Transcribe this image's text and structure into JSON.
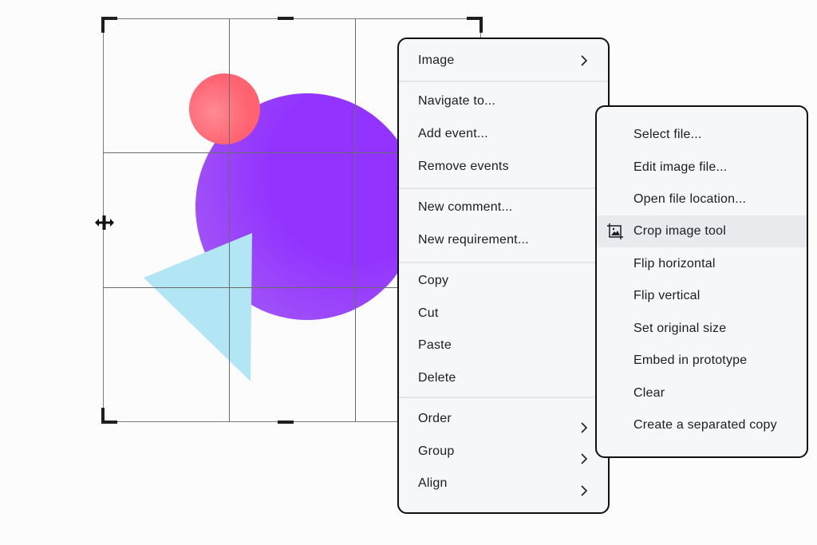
{
  "canvas": {
    "background": "#fcfcfd",
    "crop_frame": {
      "grid_columns": 3,
      "grid_rows": 3
    },
    "shapes": {
      "red_circle_color": "#ff6270",
      "purple_circle_color": "#9233ff",
      "triangle_color": "#b3e6f5"
    },
    "cursor": "move-cursor"
  },
  "context_menu": {
    "groups": [
      [
        {
          "label": "Image",
          "submenu": true
        }
      ],
      [
        {
          "label": "Navigate to..."
        },
        {
          "label": "Add event..."
        },
        {
          "label": "Remove events"
        }
      ],
      [
        {
          "label": "New comment..."
        },
        {
          "label": "New requirement..."
        }
      ],
      [
        {
          "label": "Copy"
        },
        {
          "label": "Cut"
        },
        {
          "label": "Paste"
        },
        {
          "label": "Delete"
        }
      ],
      [
        {
          "label": "Order",
          "submenu": true
        },
        {
          "label": "Group",
          "submenu": true
        },
        {
          "label": "Align",
          "submenu": true
        }
      ]
    ]
  },
  "image_submenu": {
    "items": [
      {
        "label": "Select file..."
      },
      {
        "label": "Edit image file..."
      },
      {
        "label": "Open file location..."
      },
      {
        "label": "Crop image tool",
        "icon": "crop-icon",
        "hovered": true
      },
      {
        "label": "Flip horizontal"
      },
      {
        "label": "Flip vertical"
      },
      {
        "label": "Set original size"
      },
      {
        "label": "Embed in prototype"
      },
      {
        "label": "Clear"
      },
      {
        "label": "Create a separated copy"
      }
    ]
  }
}
